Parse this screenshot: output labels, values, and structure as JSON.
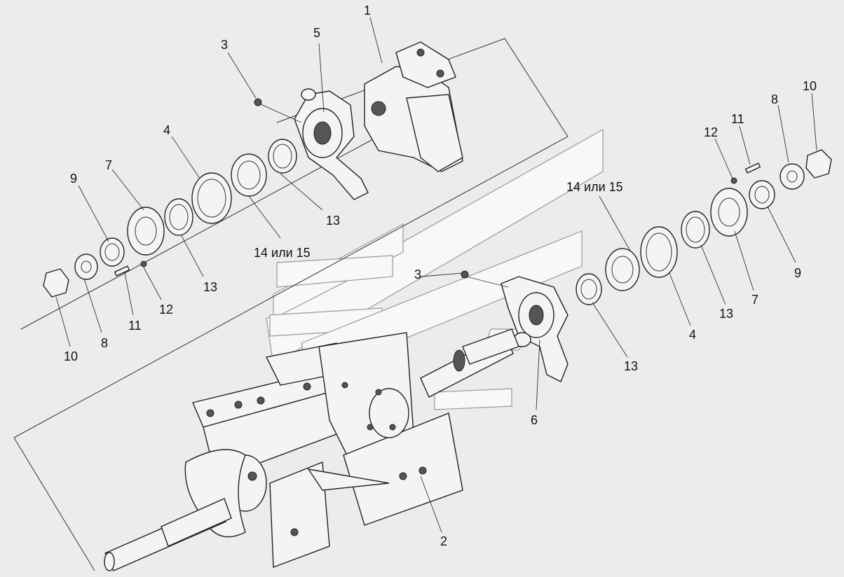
{
  "labels": {
    "l1": "1",
    "l2": "2",
    "l3a": "3",
    "l3b": "3",
    "l4a": "4",
    "l4b": "4",
    "l5": "5",
    "l6": "6",
    "l7a": "7",
    "l7b": "7",
    "l8a": "8",
    "l8b": "8",
    "l9a": "9",
    "l9b": "9",
    "l10a": "10",
    "l10b": "10",
    "l11a": "11",
    "l11b": "11",
    "l12a": "12",
    "l12b": "12",
    "l13a": "13",
    "l13b": "13",
    "l13c": "13",
    "l13d": "13",
    "l14a": "14 или 15",
    "l14b": "14 или 15"
  }
}
